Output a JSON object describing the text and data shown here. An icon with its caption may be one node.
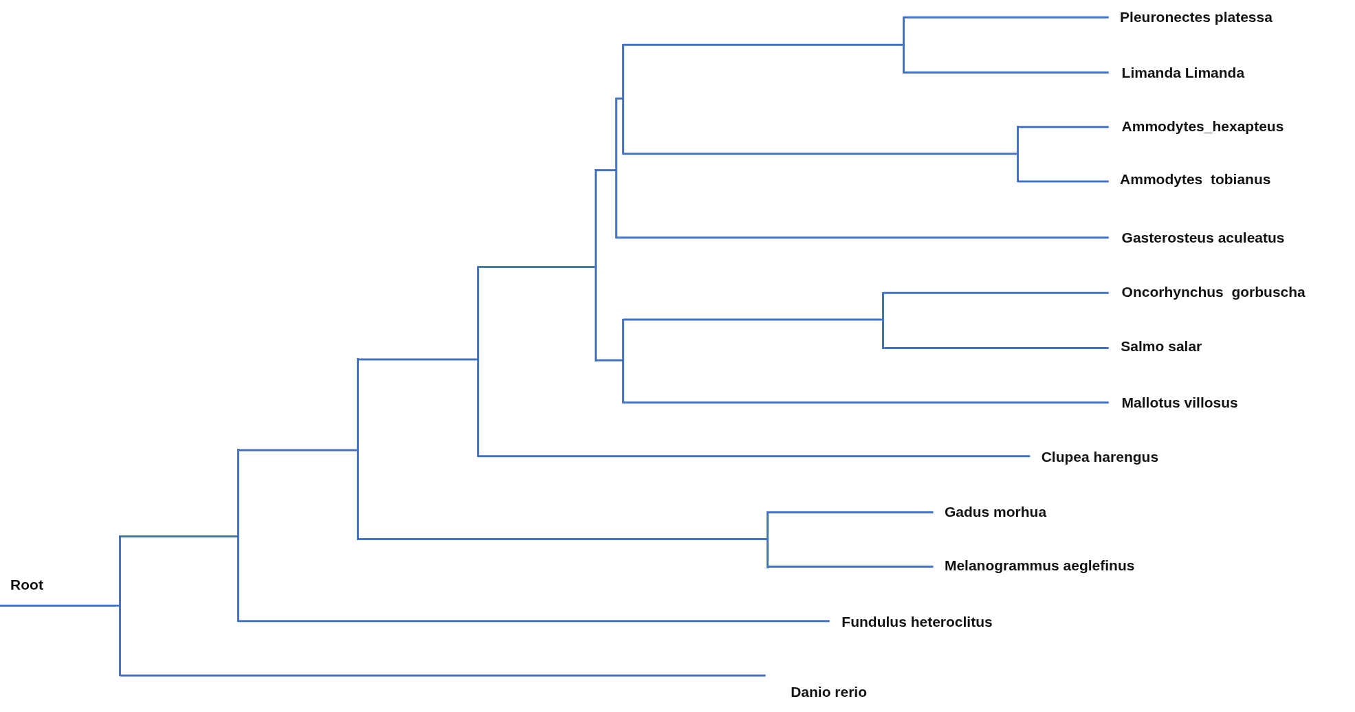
{
  "diagram": {
    "nodes": [
      {
        "text": [
          "Root"
        ]
      },
      {
        "text": [
          "Pleuronectes platessa"
        ]
      },
      {
        "text": [
          "Limanda Limanda"
        ]
      },
      {
        "text": [
          "Ammodytes_hexapteus"
        ]
      },
      {
        "text": [
          "Ammodytes  tobianus"
        ]
      },
      {
        "text": [
          "Gasterosteus aculeatus"
        ]
      },
      {
        "text": [
          "Oncorhynchus  gorbuscha"
        ]
      },
      {
        "text": [
          "Salmo salar"
        ]
      },
      {
        "text": [
          "Mallotus villosus"
        ]
      },
      {
        "text": [
          "Clupea harengus"
        ]
      },
      {
        "text": [
          "Gadus morhua"
        ]
      },
      {
        "text": [
          "Melanogrammus aeglefinus"
        ]
      },
      {
        "text": [
          "Fundulus heteroclitus"
        ]
      },
      {
        "text": [
          "Danio rerio"
        ]
      },
      {
        "text": [],
        "shape": "bar"
      },
      {
        "text": [],
        "shape": "bar"
      },
      {
        "text": [],
        "shape": "bar"
      },
      {
        "text": [],
        "shape": "bar"
      },
      {
        "text": [],
        "shape": "bar"
      },
      {
        "text": [],
        "shape": "bar"
      },
      {
        "text": [],
        "shape": "bar"
      },
      {
        "text": [],
        "shape": "bar"
      },
      {
        "text": [],
        "shape": "bar"
      },
      {
        "text": [],
        "shape": "bar"
      },
      {
        "text": [],
        "shape": "bar"
      },
      {
        "text": [],
        "shape": "bar"
      }
    ],
    "edges": [
      {
        "from": 0,
        "to": 14,
        "arrow": "none"
      },
      {
        "from": 14,
        "to": 15,
        "arrow": "none"
      },
      {
        "from": 14,
        "to": 13,
        "arrow": "none"
      },
      {
        "from": 15,
        "to": 16,
        "arrow": "none"
      },
      {
        "from": 15,
        "to": 12,
        "arrow": "none"
      },
      {
        "from": 16,
        "to": 17,
        "arrow": "none"
      },
      {
        "from": 16,
        "to": 25,
        "arrow": "none"
      },
      {
        "from": 17,
        "to": 18,
        "arrow": "none"
      },
      {
        "from": 17,
        "to": 9,
        "arrow": "none"
      },
      {
        "from": 18,
        "to": 19,
        "arrow": "none"
      },
      {
        "from": 18,
        "to": 23,
        "arrow": "none"
      },
      {
        "from": 19,
        "to": 20,
        "arrow": "none"
      },
      {
        "from": 19,
        "to": 5,
        "arrow": "none"
      },
      {
        "from": 20,
        "to": 21,
        "arrow": "none"
      },
      {
        "from": 20,
        "to": 22,
        "arrow": "none"
      },
      {
        "from": 21,
        "to": 1,
        "arrow": "none"
      },
      {
        "from": 21,
        "to": 2,
        "arrow": "none"
      },
      {
        "from": 22,
        "to": 3,
        "arrow": "none"
      },
      {
        "from": 22,
        "to": 4,
        "arrow": "none"
      },
      {
        "from": 23,
        "to": 24,
        "arrow": "none"
      },
      {
        "from": 23,
        "to": 8,
        "arrow": "none"
      },
      {
        "from": 24,
        "to": 6,
        "arrow": "none"
      },
      {
        "from": 24,
        "to": 7,
        "arrow": "none"
      },
      {
        "from": 25,
        "to": 10,
        "arrow": "none"
      },
      {
        "from": 25,
        "to": 11,
        "arrow": "none"
      }
    ]
  }
}
